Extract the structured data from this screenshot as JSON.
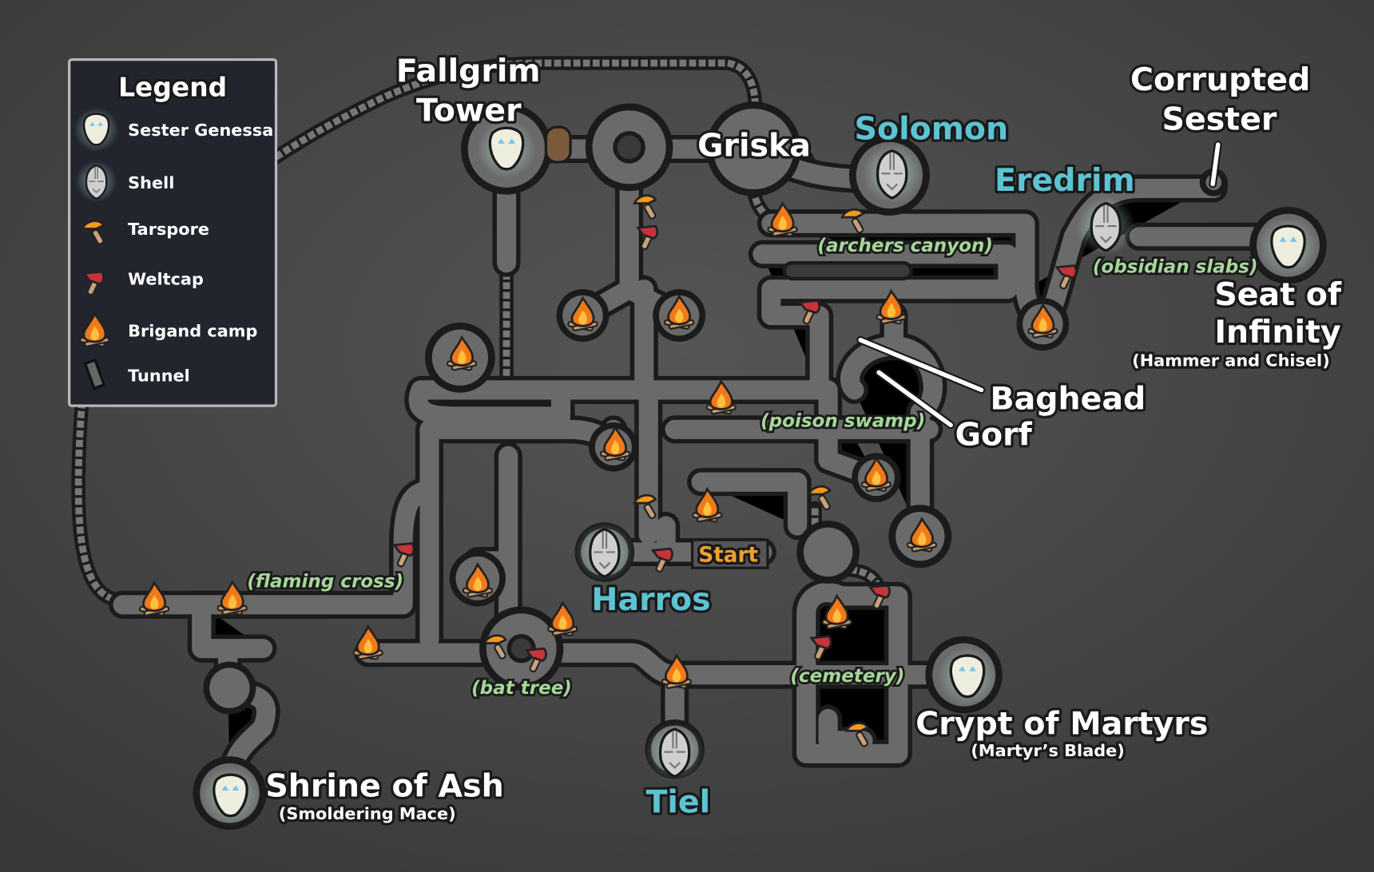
{
  "legend": {
    "title": "Legend",
    "items": [
      {
        "icon": "sester-genessa-mask-icon",
        "label": "Sester Genessa"
      },
      {
        "icon": "shell-mask-icon",
        "label": "Shell"
      },
      {
        "icon": "tarspore-mushroom-icon",
        "label": "Tarspore"
      },
      {
        "icon": "weltcap-mushroom-icon",
        "label": "Weltcap"
      },
      {
        "icon": "brigand-camp-fire-icon",
        "label": "Brigand camp"
      },
      {
        "icon": "tunnel-icon",
        "label": "Tunnel"
      }
    ]
  },
  "locations": {
    "fallgrim_1": "Fallgrim",
    "fallgrim_2": "Tower",
    "griska": "Griska",
    "corrupted_1": "Corrupted",
    "corrupted_2": "Sester",
    "seat_1": "Seat of",
    "seat_2": "Infinity",
    "seat_sub": "(Hammer and Chisel)",
    "baghead": "Baghead",
    "gorf": "Gorf",
    "crypt": "Crypt of Martyrs",
    "crypt_sub": "(Martyr’s Blade)",
    "shrine": "Shrine of Ash",
    "shrine_sub": "(Smoldering Mace)",
    "start": "Start"
  },
  "shells": {
    "solomon": "Solomon",
    "eredrim": "Eredrim",
    "harros": "Harros",
    "tiel": "Tiel"
  },
  "areas": {
    "archers_canyon": "(archers canyon)",
    "obsidian_slabs": "(obsidian slabs)",
    "poison_swamp": "(poison swamp)",
    "flaming_cross": "(flaming cross)",
    "bat_tree": "(bat tree)",
    "cemetery": "(cemetery)"
  },
  "colors": {
    "shell_name": "#5cc3d3",
    "area_name": "#a6d69a",
    "start": "#f0a030",
    "corridor": "#6a6a6a",
    "legend_bg": "#22252e"
  }
}
